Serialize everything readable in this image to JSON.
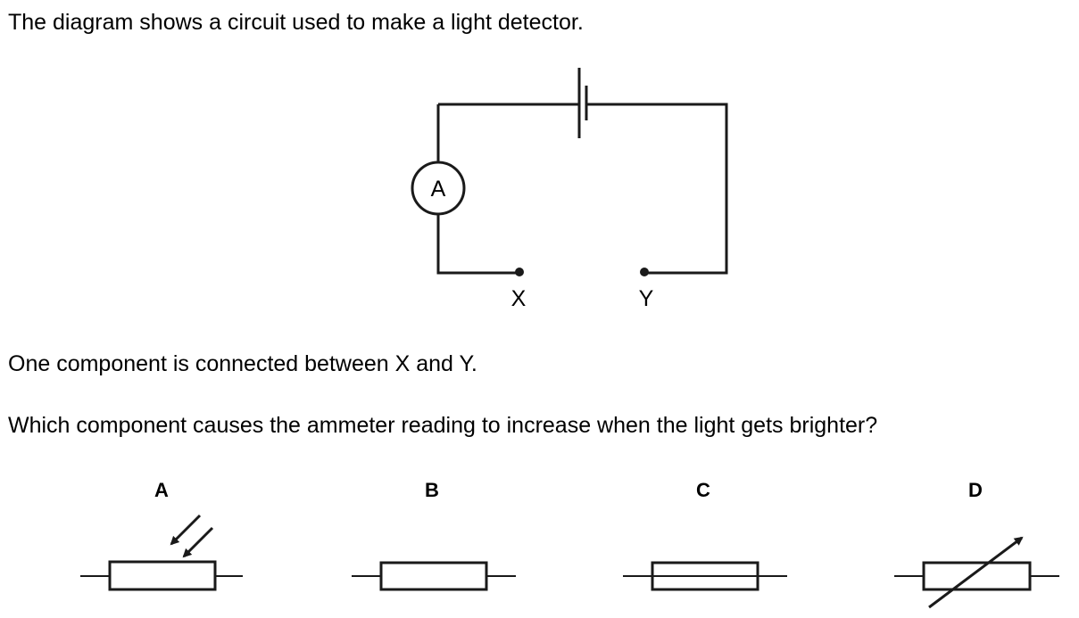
{
  "question": {
    "intro": "The diagram shows a circuit used to make a light detector.",
    "statement": "One component is connected between X and Y.",
    "prompt": "Which component causes the ammeter reading to increase when the light gets brighter?"
  },
  "circuit": {
    "components": [
      "cell",
      "ammeter",
      "terminal-x",
      "terminal-y"
    ],
    "ammeter_label": "A",
    "terminal_x_label": "X",
    "terminal_y_label": "Y"
  },
  "options": [
    {
      "letter": "A",
      "symbol": "light-dependent-resistor"
    },
    {
      "letter": "B",
      "symbol": "resistor"
    },
    {
      "letter": "C",
      "symbol": "fuse"
    },
    {
      "letter": "D",
      "symbol": "variable-resistor"
    }
  ]
}
